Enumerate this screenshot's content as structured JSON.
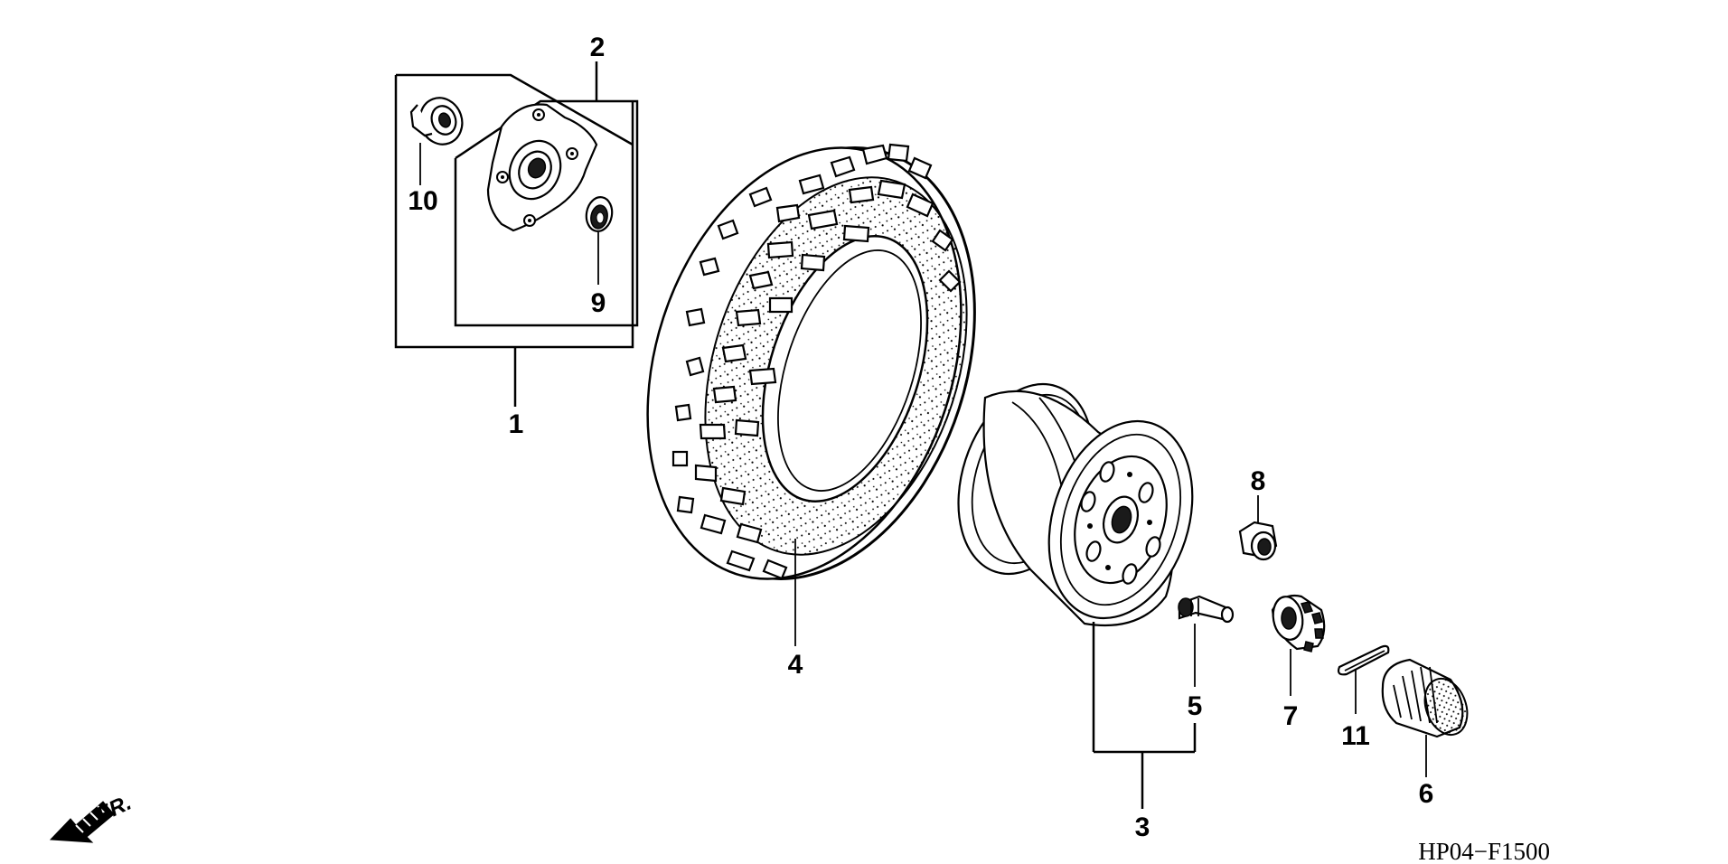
{
  "diagram": {
    "code": "HP04−F1500",
    "direction_label": "FR.",
    "callouts": [
      {
        "id": "1",
        "label": "1",
        "part": "hub-assembly-group"
      },
      {
        "id": "2",
        "label": "2",
        "part": "hub-subassembly-group"
      },
      {
        "id": "3",
        "label": "3",
        "part": "wheel-rim-assembly"
      },
      {
        "id": "4",
        "label": "4",
        "part": "tire"
      },
      {
        "id": "5",
        "label": "5",
        "part": "valve-stem"
      },
      {
        "id": "6",
        "label": "6",
        "part": "hub-cap"
      },
      {
        "id": "7",
        "label": "7",
        "part": "castle-nut"
      },
      {
        "id": "8",
        "label": "8",
        "part": "wheel-nut"
      },
      {
        "id": "9",
        "label": "9",
        "part": "oil-seal"
      },
      {
        "id": "10",
        "label": "10",
        "part": "collar"
      },
      {
        "id": "11",
        "label": "11",
        "part": "cotter-pin"
      }
    ]
  }
}
